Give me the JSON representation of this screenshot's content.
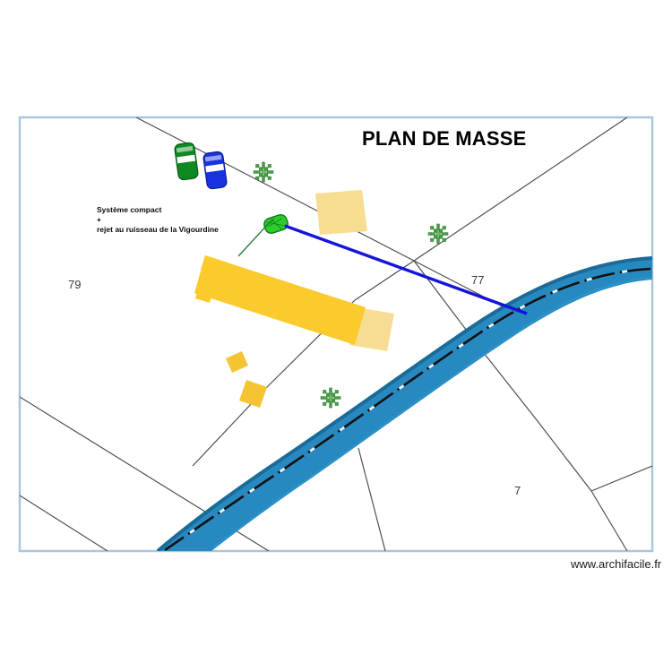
{
  "document": {
    "title": "PLAN DE MASSE",
    "watermark": "www.archifacile.fr",
    "background_color": "#ffffff",
    "border_color": "#a9c6de"
  },
  "annotation": {
    "line1": "Système compact",
    "line2": "+",
    "line3": "rejet au ruisseau de la Vigourdine",
    "leader_color": "#1f7a33"
  },
  "parcels": [
    {
      "id": "parcel-79",
      "label": "79"
    },
    {
      "id": "parcel-77",
      "label": "77"
    },
    {
      "id": "parcel-7",
      "label": "7"
    }
  ],
  "features": {
    "building_main": {
      "name": "batiment-principal",
      "fill": "#fbca2d"
    },
    "building_annex": {
      "name": "annexe",
      "fill": "#f7dd93"
    },
    "terrace": {
      "name": "terrasse",
      "fill": "#f6dd92"
    },
    "outbuilding_small": {
      "name": "petite-annexe",
      "fill": "#f4c433"
    },
    "compact_system": {
      "name": "systeme-compact",
      "fill": "#2ecc31",
      "stroke": "#0d7a10"
    },
    "discharge_pipe": {
      "name": "conduite-de-rejet",
      "stroke": "#1414dc"
    },
    "stream": {
      "name": "ruisseau-de-la-vigourdine",
      "fill": "#2789c0",
      "edge": "#1b6b98",
      "centerline": "#111111"
    },
    "boundaries": {
      "name": "limites-parcellaires",
      "stroke": "#4a4a4a"
    },
    "vehicles": [
      {
        "name": "voiture-verte",
        "color": "#0f8a22",
        "window": "#ffffff"
      },
      {
        "name": "voiture-bleue",
        "color": "#1833e0",
        "window": "#ffffff"
      }
    ],
    "shrubs": [
      {
        "name": "arbuste-1",
        "color": "#3f9b3f"
      },
      {
        "name": "arbuste-2",
        "color": "#3f9b3f"
      },
      {
        "name": "arbuste-3",
        "color": "#3f9b3f"
      }
    ]
  }
}
